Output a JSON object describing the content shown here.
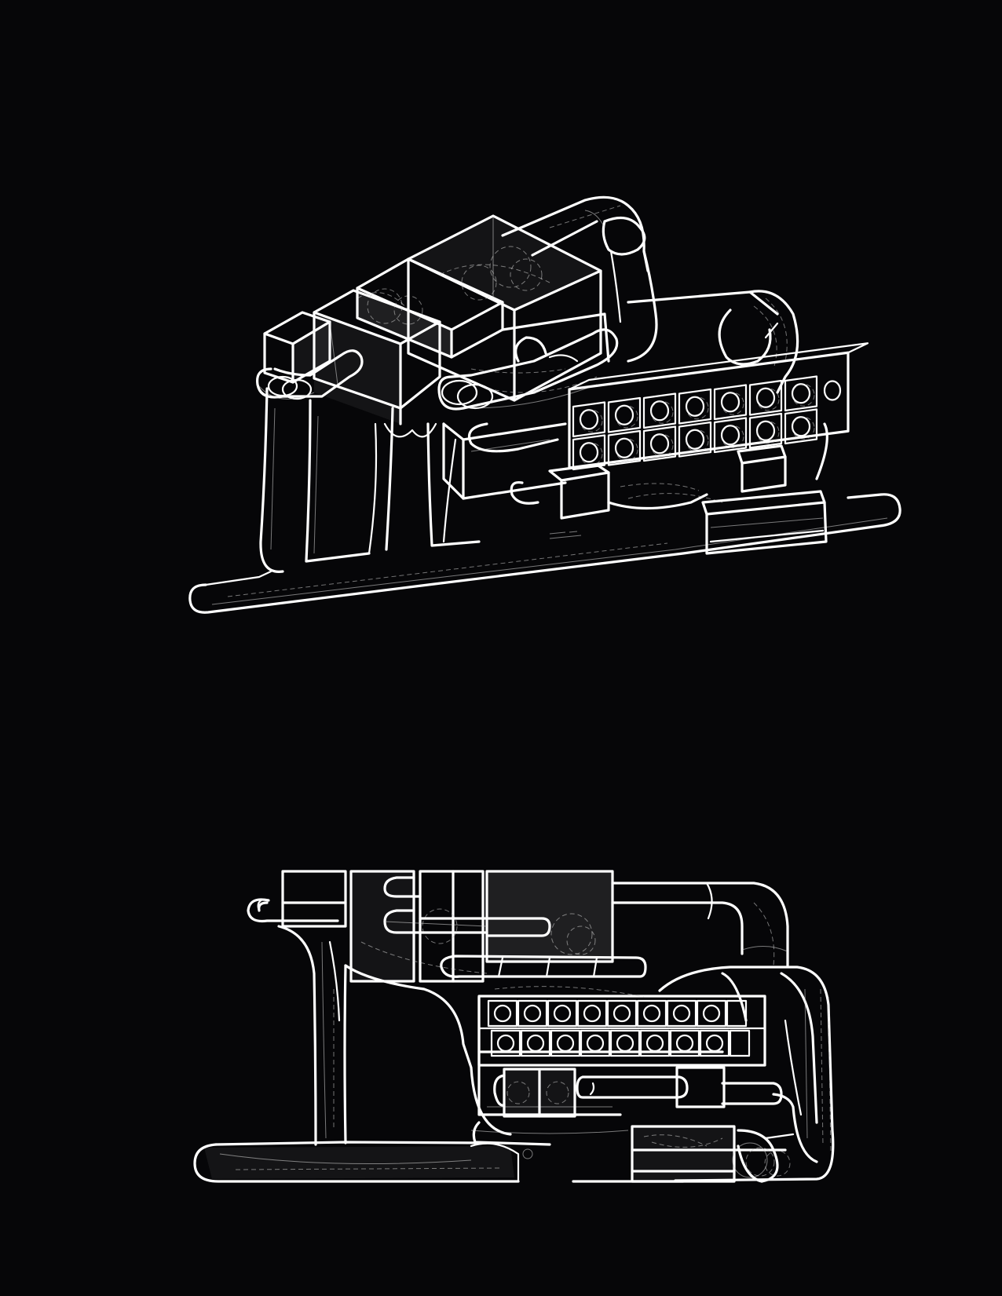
{
  "colors": {
    "background": "#060608",
    "line": "#ffffff"
  },
  "figures": {
    "top": {
      "name": "isometric-view"
    },
    "bottom": {
      "name": "elevation-view"
    }
  },
  "grid": {
    "top": {
      "columns": 7,
      "rows": 2
    },
    "bottom": {
      "columns": 8,
      "rows": 2
    }
  }
}
